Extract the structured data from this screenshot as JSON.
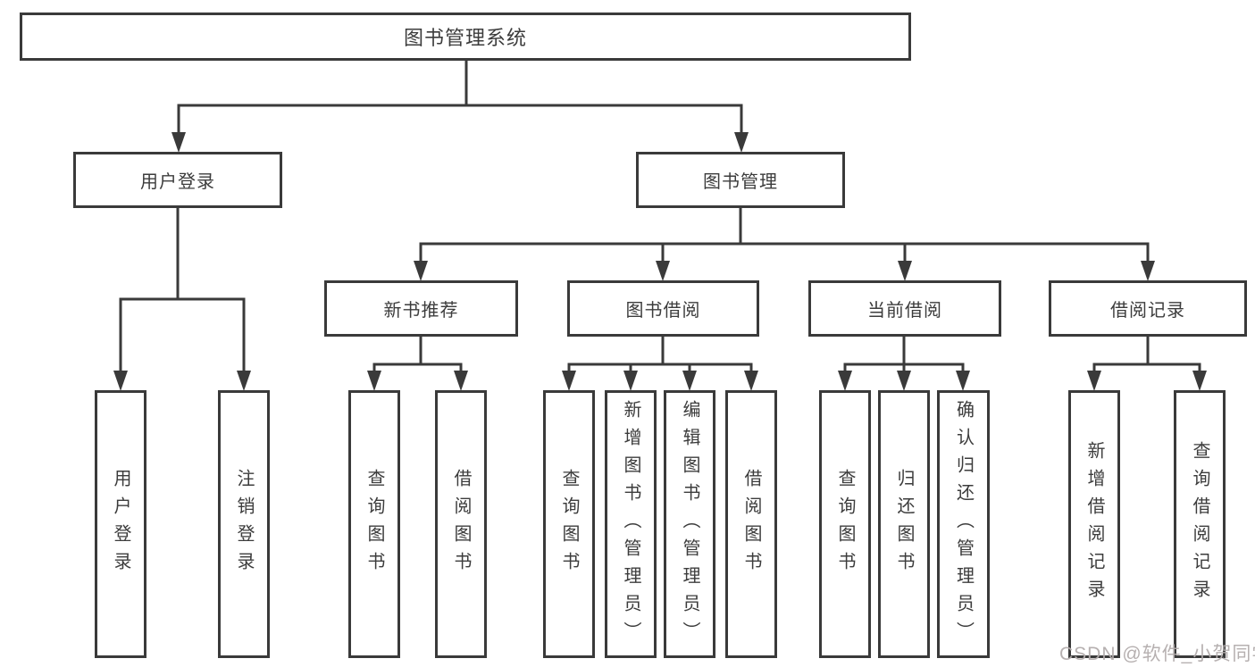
{
  "colors": {
    "line": "#3a3a3a",
    "box_border": "#3a3a3a",
    "text": "#3c3c3c",
    "watermark": "#b2acac",
    "background": "#ffffff"
  },
  "watermark": "CSDN @软件_小贺同学",
  "tree": {
    "root": {
      "label": "图书管理系统"
    },
    "user_login": {
      "label": "用户登录",
      "children": [
        {
          "label": "用户登录"
        },
        {
          "label": "注销登录"
        }
      ]
    },
    "book_management": {
      "label": "图书管理",
      "groups": [
        {
          "label": "新书推荐",
          "children": [
            {
              "label": "查询图书"
            },
            {
              "label": "借阅图书"
            }
          ]
        },
        {
          "label": "图书借阅",
          "children": [
            {
              "label": "查询图书"
            },
            {
              "label": "新增图书（管理员）"
            },
            {
              "label": "编辑图书（管理员）"
            },
            {
              "label": "借阅图书"
            }
          ]
        },
        {
          "label": "当前借阅",
          "children": [
            {
              "label": "查询图书"
            },
            {
              "label": "归还图书"
            },
            {
              "label": "确认归还（管理员）"
            }
          ]
        },
        {
          "label": "借阅记录",
          "children": [
            {
              "label": "新增借阅记录"
            },
            {
              "label": "查询借阅记录"
            }
          ]
        }
      ]
    }
  }
}
